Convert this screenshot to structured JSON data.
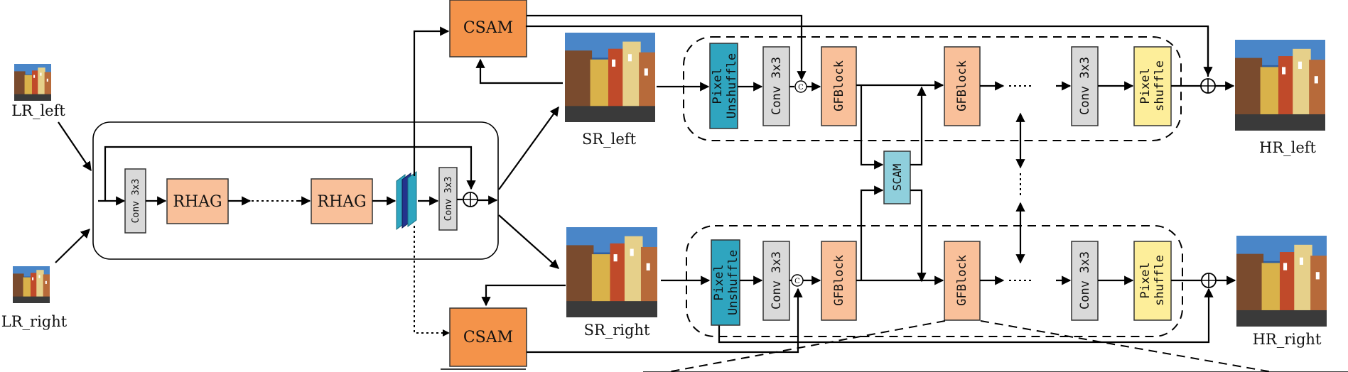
{
  "labels": {
    "lr_left": "LR_left",
    "lr_right": "LR_right",
    "sr_left": "SR_left",
    "sr_right": "SR_right",
    "hr_left": "HR_left",
    "hr_right": "HR_right"
  },
  "blocks": {
    "csam": "CSAM",
    "rhag": "RHAG",
    "conv": "Conv 3x3",
    "pixel": "Pixel",
    "unshuffle": "Unshuffle",
    "shuffle": "shuffle",
    "gfblock": "GFBlock",
    "scam": "SCAM",
    "concat": "C"
  },
  "colors": {
    "csam": "#f4934a",
    "rhag": "#f9c09a",
    "gfblock": "#f9c09a",
    "conv": "#d9d9d9",
    "unshuffle": "#2fa5bf",
    "shuffle": "#fdee9a",
    "scam": "#8fcfdc"
  }
}
